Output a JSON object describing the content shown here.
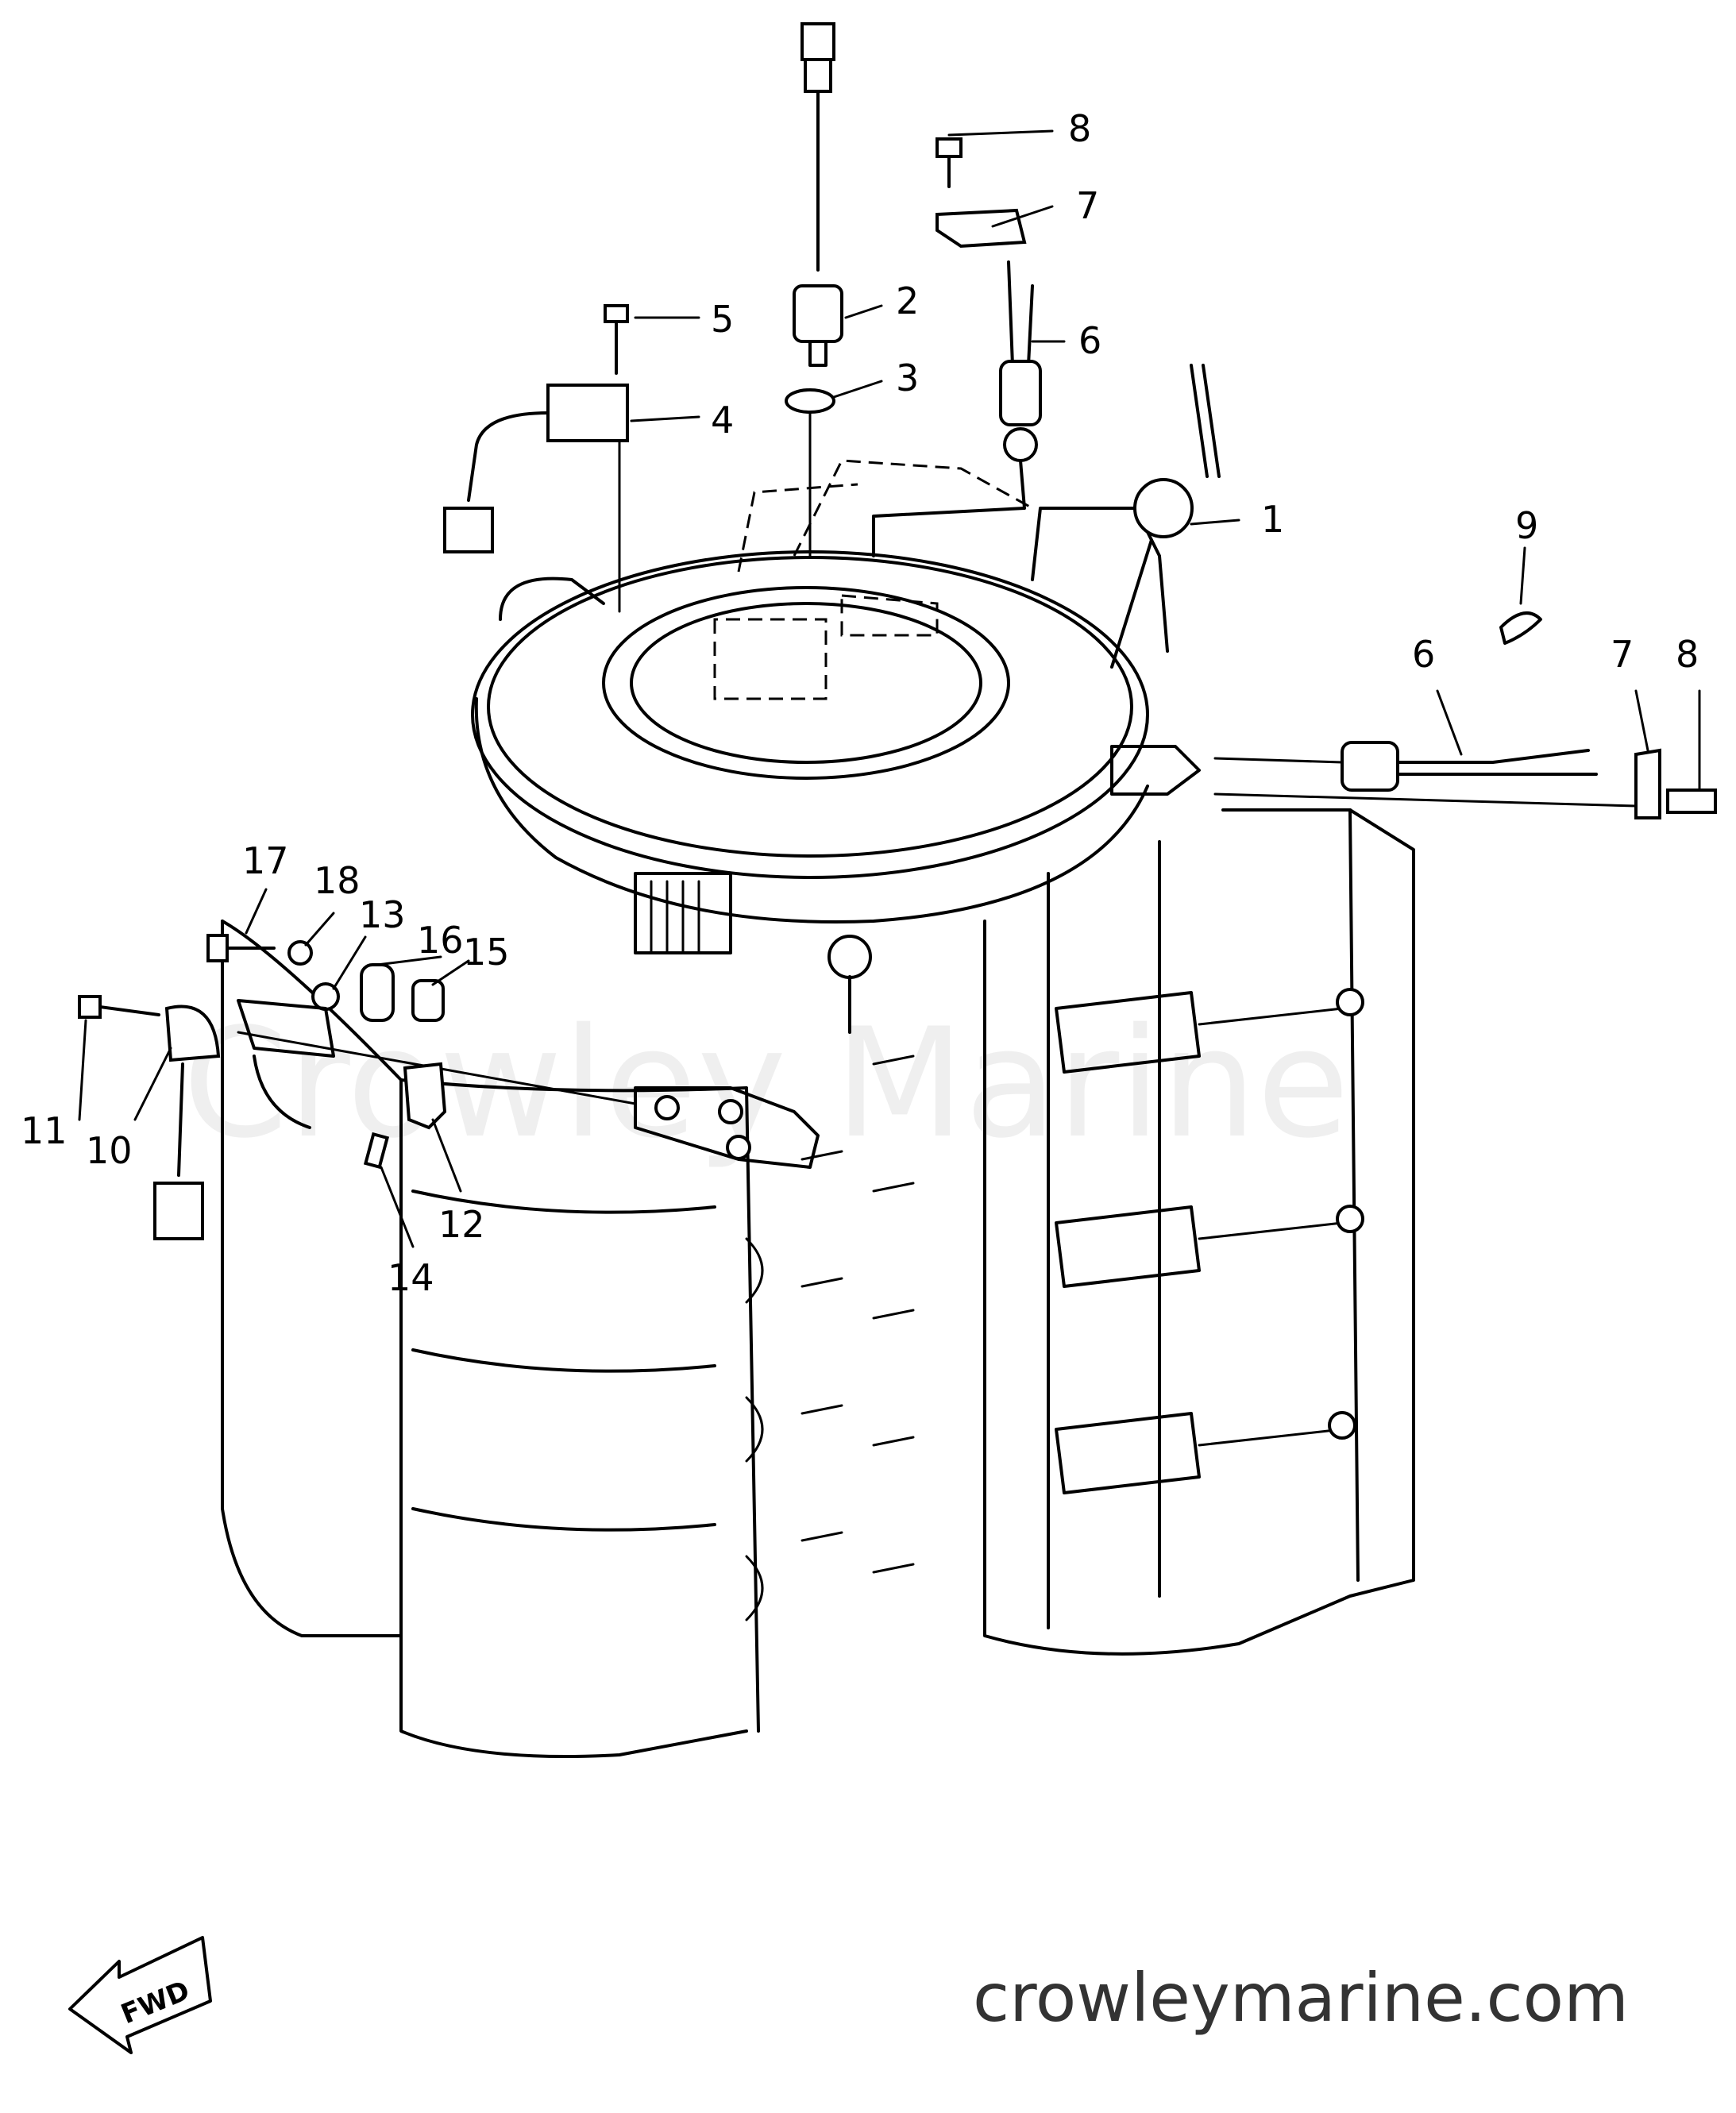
{
  "watermark": "Crowley Marine",
  "website": "crowleymarine.com",
  "fwd_label": "FWD",
  "callouts": [
    {
      "id": "c1",
      "label": "1"
    },
    {
      "id": "c2",
      "label": "2"
    },
    {
      "id": "c3",
      "label": "3"
    },
    {
      "id": "c4",
      "label": "4"
    },
    {
      "id": "c5",
      "label": "5"
    },
    {
      "id": "c6a",
      "label": "6"
    },
    {
      "id": "c6b",
      "label": "6"
    },
    {
      "id": "c7a",
      "label": "7"
    },
    {
      "id": "c7b",
      "label": "7"
    },
    {
      "id": "c8a",
      "label": "8"
    },
    {
      "id": "c8b",
      "label": "8"
    },
    {
      "id": "c9",
      "label": "9"
    },
    {
      "id": "c10",
      "label": "10"
    },
    {
      "id": "c11",
      "label": "11"
    },
    {
      "id": "c12",
      "label": "12"
    },
    {
      "id": "c13",
      "label": "13"
    },
    {
      "id": "c14",
      "label": "14"
    },
    {
      "id": "c15",
      "label": "15"
    },
    {
      "id": "c16",
      "label": "16"
    },
    {
      "id": "c17",
      "label": "17"
    },
    {
      "id": "c18",
      "label": "18"
    }
  ]
}
